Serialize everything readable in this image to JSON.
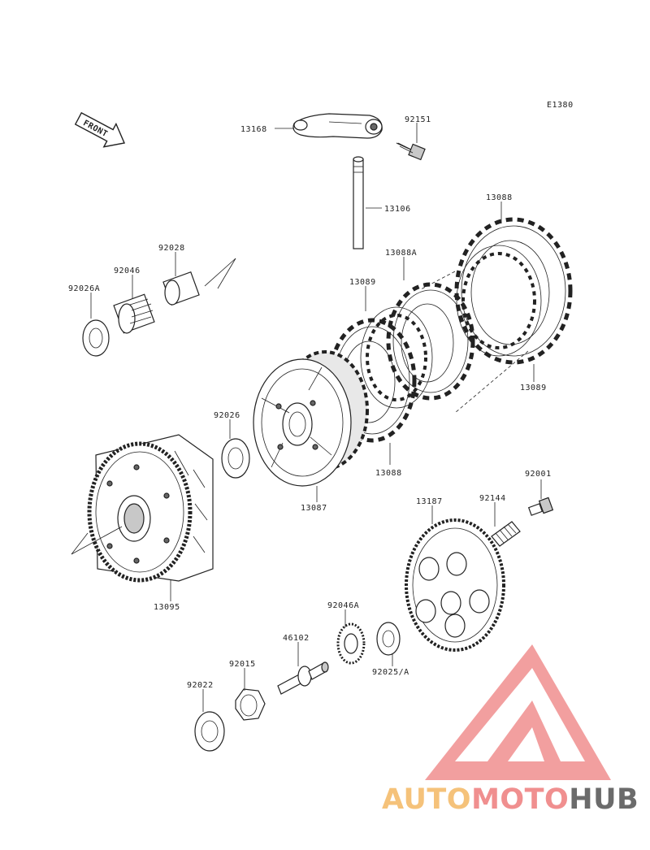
{
  "drawing_code": "E1380",
  "front_label": "FRONT",
  "parts": [
    {
      "id": "p13168",
      "label": "13168"
    },
    {
      "id": "p92151",
      "label": "92151"
    },
    {
      "id": "p13106",
      "label": "13106"
    },
    {
      "id": "p13088_top",
      "label": "13088"
    },
    {
      "id": "p13088A",
      "label": "13088A"
    },
    {
      "id": "p13089_left",
      "label": "13089"
    },
    {
      "id": "p13089_right",
      "label": "13089"
    },
    {
      "id": "p13088_bottom",
      "label": "13088"
    },
    {
      "id": "p92028",
      "label": "92028"
    },
    {
      "id": "p92046",
      "label": "92046"
    },
    {
      "id": "p92026A",
      "label": "92026A"
    },
    {
      "id": "p92026",
      "label": "92026"
    },
    {
      "id": "p13087",
      "label": "13087"
    },
    {
      "id": "p13095",
      "label": "13095"
    },
    {
      "id": "p13187",
      "label": "13187"
    },
    {
      "id": "p92144",
      "label": "92144"
    },
    {
      "id": "p92001",
      "label": "92001"
    },
    {
      "id": "p92046A",
      "label": "92046A"
    },
    {
      "id": "p46102",
      "label": "46102"
    },
    {
      "id": "p92025A",
      "label": "92025/A"
    },
    {
      "id": "p92015",
      "label": "92015"
    },
    {
      "id": "p92022",
      "label": "92022"
    }
  ],
  "watermark": {
    "part1": "AUTO",
    "part2": "MOTO",
    "part3": "HUB",
    "colors": {
      "auto": "#f5c27a",
      "moto": "#f08f8f",
      "hub": "#6b6b6b",
      "logo": "#f08f8f"
    }
  }
}
